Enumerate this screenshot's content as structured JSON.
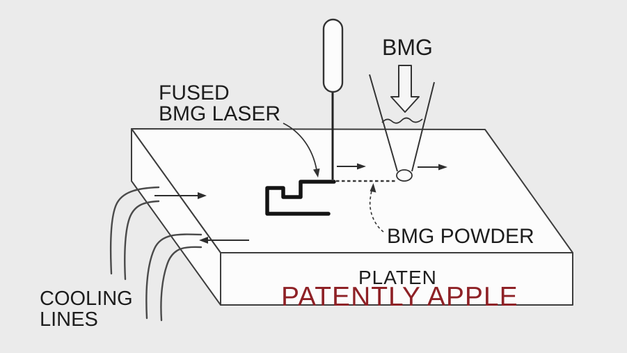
{
  "diagram": {
    "background_color": "#ebebeb",
    "surface_color": "#fcfcfc",
    "line_color": "#333333",
    "labels": {
      "fused_bmg_laser_line1": "FUSED",
      "fused_bmg_laser_line2": "BMG LASER",
      "bmg_hopper": "BMG",
      "bmg_powder": "BMG POWDER",
      "platen": "PLATEN",
      "cooling_lines_line1": "COOLING",
      "cooling_lines_line2": "LINES"
    },
    "watermark": {
      "text": "PATENTLY APPLE",
      "color": "#8e2126"
    },
    "icons": {
      "laser_wand": "capsule-shaped laser wand with vertical beam",
      "powder_hopper": "v-shaped powder funnel with wavy fill line and nozzle tip",
      "powder_feed_arrow": "hollow down-block-arrow",
      "scan_motion_arrows": "thin right-pointing arrows",
      "coolant_in_arrow": "thin right-pointing arrow",
      "coolant_out_arrow": "thin left-pointing arrow",
      "fused_part": "thick stepped zigzag trace on platen",
      "powder_layer": "dashed horizontal layer line"
    }
  }
}
